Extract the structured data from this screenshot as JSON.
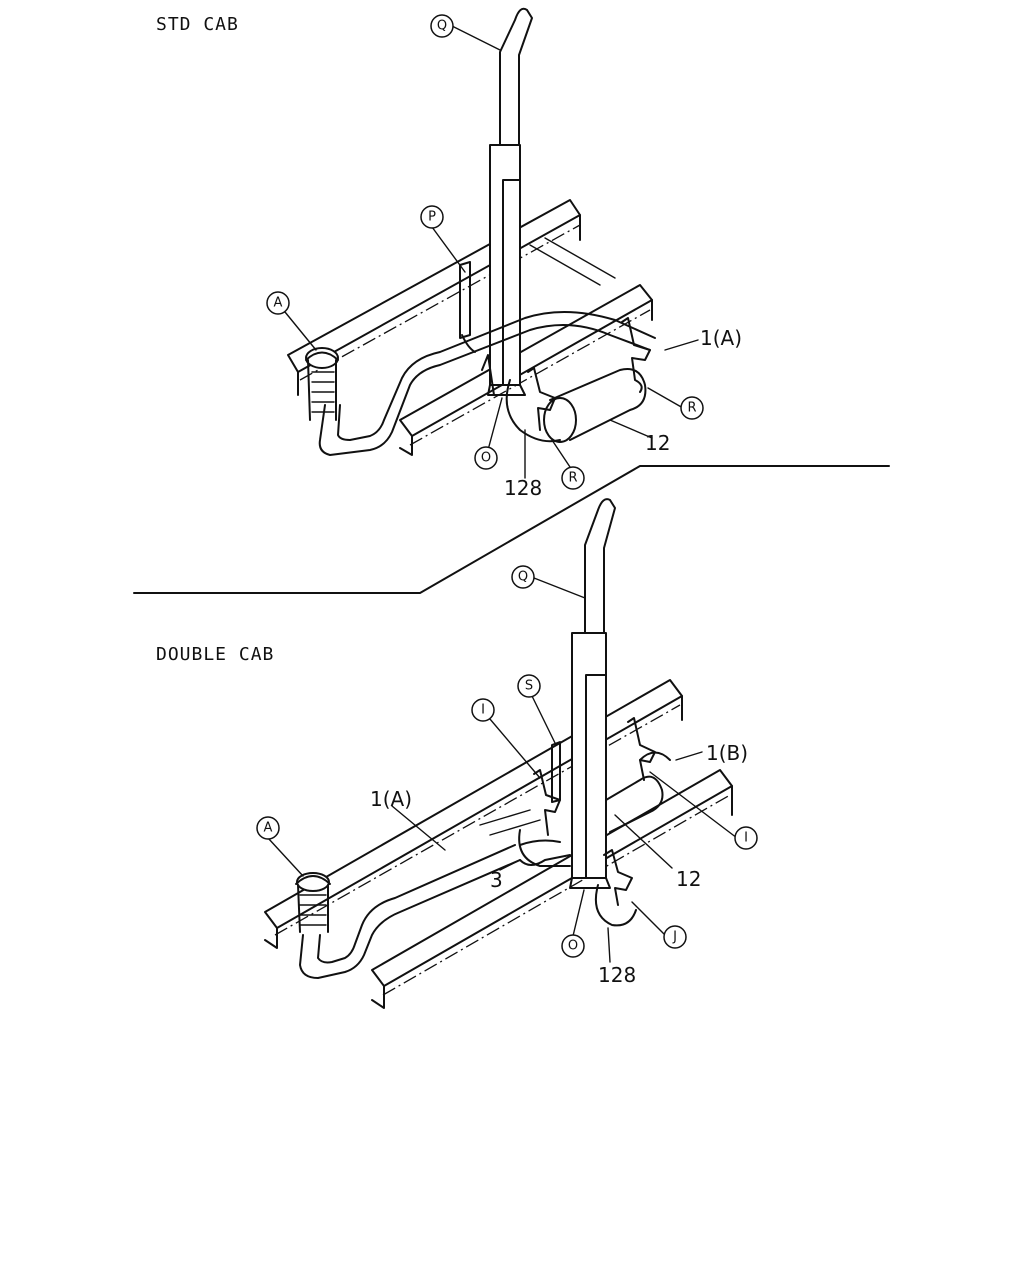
{
  "sections": [
    {
      "title": "STD CAB"
    },
    {
      "title": "DOUBLE CAB"
    }
  ],
  "callouts": {
    "std": {
      "Q": "Q",
      "P": "P",
      "A": "A",
      "R1": "R",
      "R2": "R",
      "O": "O",
      "label_1A": "1(A)",
      "label_12": "12",
      "label_128": "128"
    },
    "dbl": {
      "Q": "Q",
      "S": "S",
      "I1": "I",
      "I2": "I",
      "A": "A",
      "O": "O",
      "J": "J",
      "label_1A": "1(A)",
      "label_1B": "1(B)",
      "label_3": "3",
      "label_12": "12",
      "label_128": "128"
    }
  }
}
